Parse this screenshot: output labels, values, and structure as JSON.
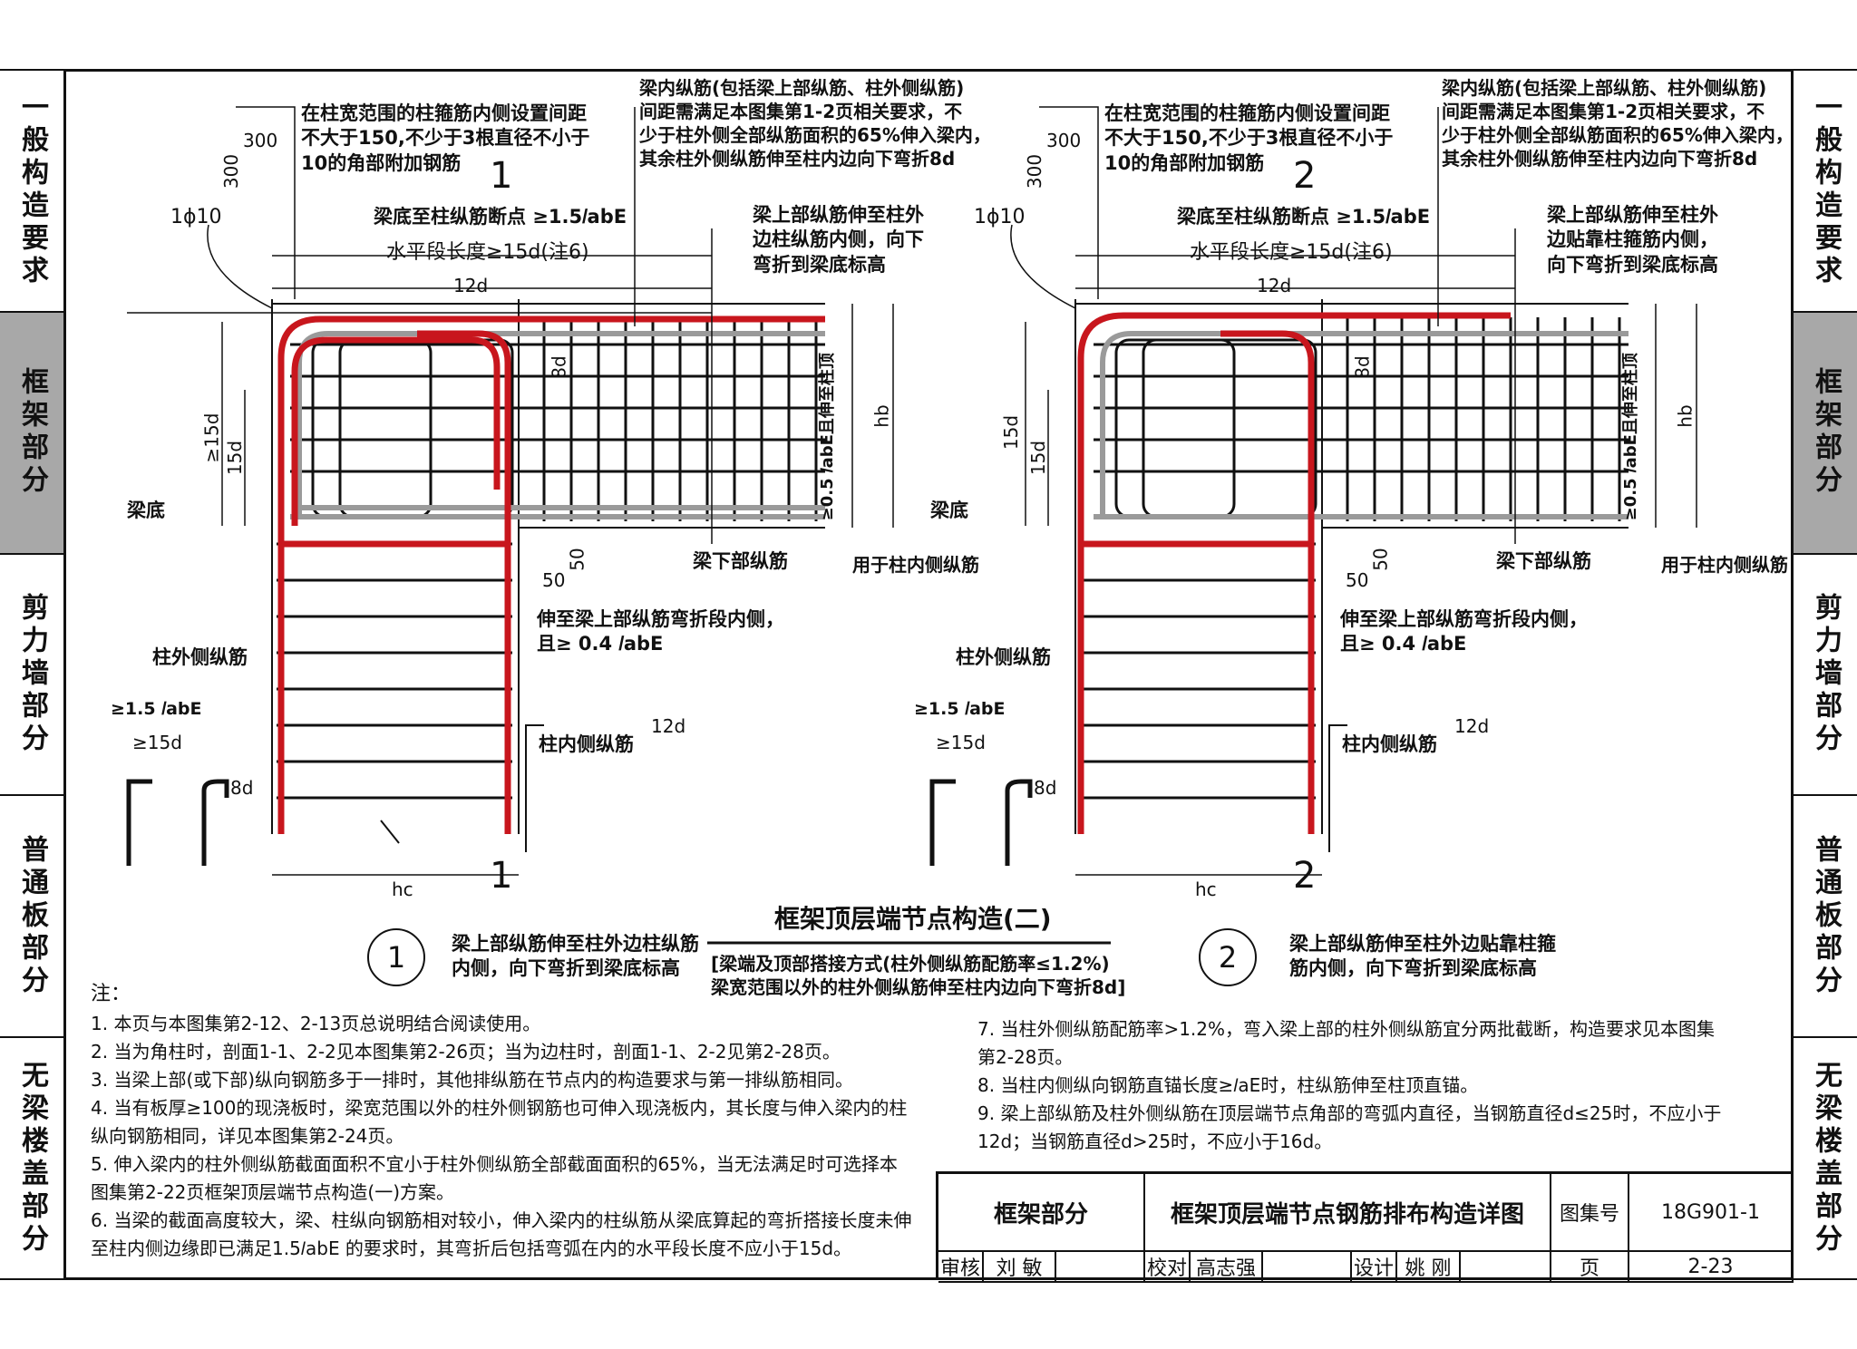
{
  "side_tabs": [
    "一般构造要求",
    "框架部分",
    "剪力墙部分",
    "普通板部分",
    "无梁楼盖部分"
  ],
  "active_tab": 1,
  "detail1": {
    "callout_anchor": "在柱宽范围的柱箍筋内侧设置间距\n不大于150,不少于3根直径不小于\n10的角部附加钢筋",
    "callout_beam_inner": "梁内纵筋(包括梁上部纵筋、柱外侧纵筋)\n间距需满足本图集第1-2页相关要求，不\n少于柱外侧全部纵筋面积的65%伸入梁内，\n其余柱外侧纵筋伸至柱内边向下弯折8d",
    "callout_top": "梁上部纵筋伸至柱外\n边柱纵筋内侧，向下\n弯折到梁底标高",
    "dim_300": "300",
    "dim_300v": "300",
    "bar_1phi10": "1ϕ10",
    "dim_cutoff": "梁底至柱纵筋断点 ≥1.5𝑙abE",
    "dim_horizontal": "水平段长度≥15d(注6)",
    "dim_12d": "12d",
    "dim_8d": "8d",
    "dim_ge15d": "≥15d",
    "dim_15d": "15d",
    "dim_hb": "hb",
    "dim_half": "≥0.5 𝑙abE且伸至柱顶",
    "label_beam_bottom": "梁底",
    "label_50a": "50",
    "label_50b": "50",
    "label_lower_bar": "梁下部纵筋",
    "label_inner_use": "用于柱内侧纵筋",
    "label_extend": "伸至梁上部纵筋弯折段内侧，\n且≥ 0.4 𝑙abE",
    "label_outer_col": "柱外侧纵筋",
    "label_inner_col": "柱内侧纵筋",
    "legend_15lab": "≥1.5 𝑙abE",
    "legend_15d": "≥15d",
    "legend_8d": "8d",
    "legend_12d": "12d",
    "section_mark": "1",
    "dim_hc": "hc",
    "circle_no": "1",
    "caption": "梁上部纵筋伸至柱外边柱纵筋\n内侧，向下弯折到梁底标高"
  },
  "detail2": {
    "callout_anchor": "在柱宽范围的柱箍筋内侧设置间距\n不大于150,不少于3根直径不小于\n10的角部附加钢筋",
    "callout_beam_inner": "梁内纵筋(包括梁上部纵筋、柱外侧纵筋)\n间距需满足本图集第1-2页相关要求，不\n少于柱外侧全部纵筋面积的65%伸入梁内，\n其余柱外侧纵筋伸至柱内边向下弯折8d",
    "callout_top": "梁上部纵筋伸至柱外\n边贴靠柱箍筋内侧，\n向下弯折到梁底标高",
    "dim_300": "300",
    "dim_300v": "300",
    "bar_1phi10": "1ϕ10",
    "dim_cutoff": "梁底至柱纵筋断点 ≥1.5𝑙abE",
    "dim_horizontal": "水平段长度≥15d(注6)",
    "dim_12d": "12d",
    "dim_8d": "8d",
    "dim_15da": "15d",
    "dim_15db": "15d",
    "dim_hb": "hb",
    "dim_half": "≥0.5 𝑙abE且伸至柱顶",
    "label_beam_bottom": "梁底",
    "label_50a": "50",
    "label_50b": "50",
    "label_lower_bar": "梁下部纵筋",
    "label_inner_use": "用于柱内侧纵筋",
    "label_extend": "伸至梁上部纵筋弯折段内侧，\n且≥ 0.4 𝑙abE",
    "label_outer_col": "柱外侧纵筋",
    "label_inner_col": "柱内侧纵筋",
    "legend_15lab": "≥1.5 𝑙abE",
    "legend_15d": "≥15d",
    "legend_8d": "8d",
    "legend_12d": "12d",
    "section_mark": "2",
    "dim_hc": "hc",
    "circle_no": "2",
    "caption": "梁上部纵筋伸至柱外边贴靠柱箍\n筋内侧，向下弯折到梁底标高"
  },
  "center_title": "框架顶层端节点构造(二)",
  "center_subtitle": "[梁端及顶部搭接方式(柱外侧纵筋配筋率≤1.2%)\n梁宽范围以外的柱外侧纵筋伸至柱内边向下弯折8d]",
  "notes_title": "注：",
  "notes_left": [
    "1. 本页与本图集第2-12、2-13页总说明结合阅读使用。",
    "2. 当为角柱时，剖面1-1、2-2见本图集第2-26页；当为边柱时，剖面1-1、2-2见第2-28页。",
    "3. 当梁上部(或下部)纵向钢筋多于一排时，其他排纵筋在节点内的构造要求与第一排纵筋相同。",
    "4. 当有板厚≥100的现浇板时，梁宽范围以外的柱外侧钢筋也可伸入现浇板内，其长度与伸入梁内的柱\n    纵向钢筋相同，详见本图集第2-24页。",
    "5. 伸入梁内的柱外侧纵筋截面面积不宜小于柱外侧纵筋全部截面面积的65%，当无法满足时可选择本\n    图集第2-22页框架顶层端节点构造(一)方案。",
    "6. 当梁的截面高度较大，梁、柱纵向钢筋相对较小，伸入梁内的柱纵筋从梁底算起的弯折搭接长度未伸\n    至柱内侧边缘即已满足1.5𝑙abE 的要求时，其弯折后包括弯弧在内的水平段长度不应小于15d。"
  ],
  "notes_right": [
    "7. 当柱外侧纵筋配筋率>1.2%，弯入梁上部的柱外侧纵筋宜分两批截断，构造要求见本图集\n    第2-28页。",
    "8. 当柱内侧纵向钢筋直锚长度≥𝑙aE时，柱纵筋伸至柱顶直锚。",
    "9. 梁上部纵筋及柱外侧纵筋在顶层端节点角部的弯弧内直径，当钢筋直径d≤25时，不应小于\n    12d；当钢筋直径d>25时，不应小于16d。"
  ],
  "title_block": {
    "category": "框架部分",
    "drawing_title": "框架顶层端节点钢筋排布构造详图",
    "atlas_label": "图集号",
    "atlas_no": "18G901-1",
    "review_label": "审核",
    "reviewer": "刘  敏",
    "check_label": "校对",
    "checker": "高志强",
    "design_label": "设计",
    "designer": "姚  刚",
    "page_label": "页",
    "page_no": "2-23"
  },
  "colors": {
    "rebar_red": "#c8161d",
    "rebar_grey": "#9a9a9a",
    "line": "#111111",
    "tab_active": "#a8a8a8"
  }
}
